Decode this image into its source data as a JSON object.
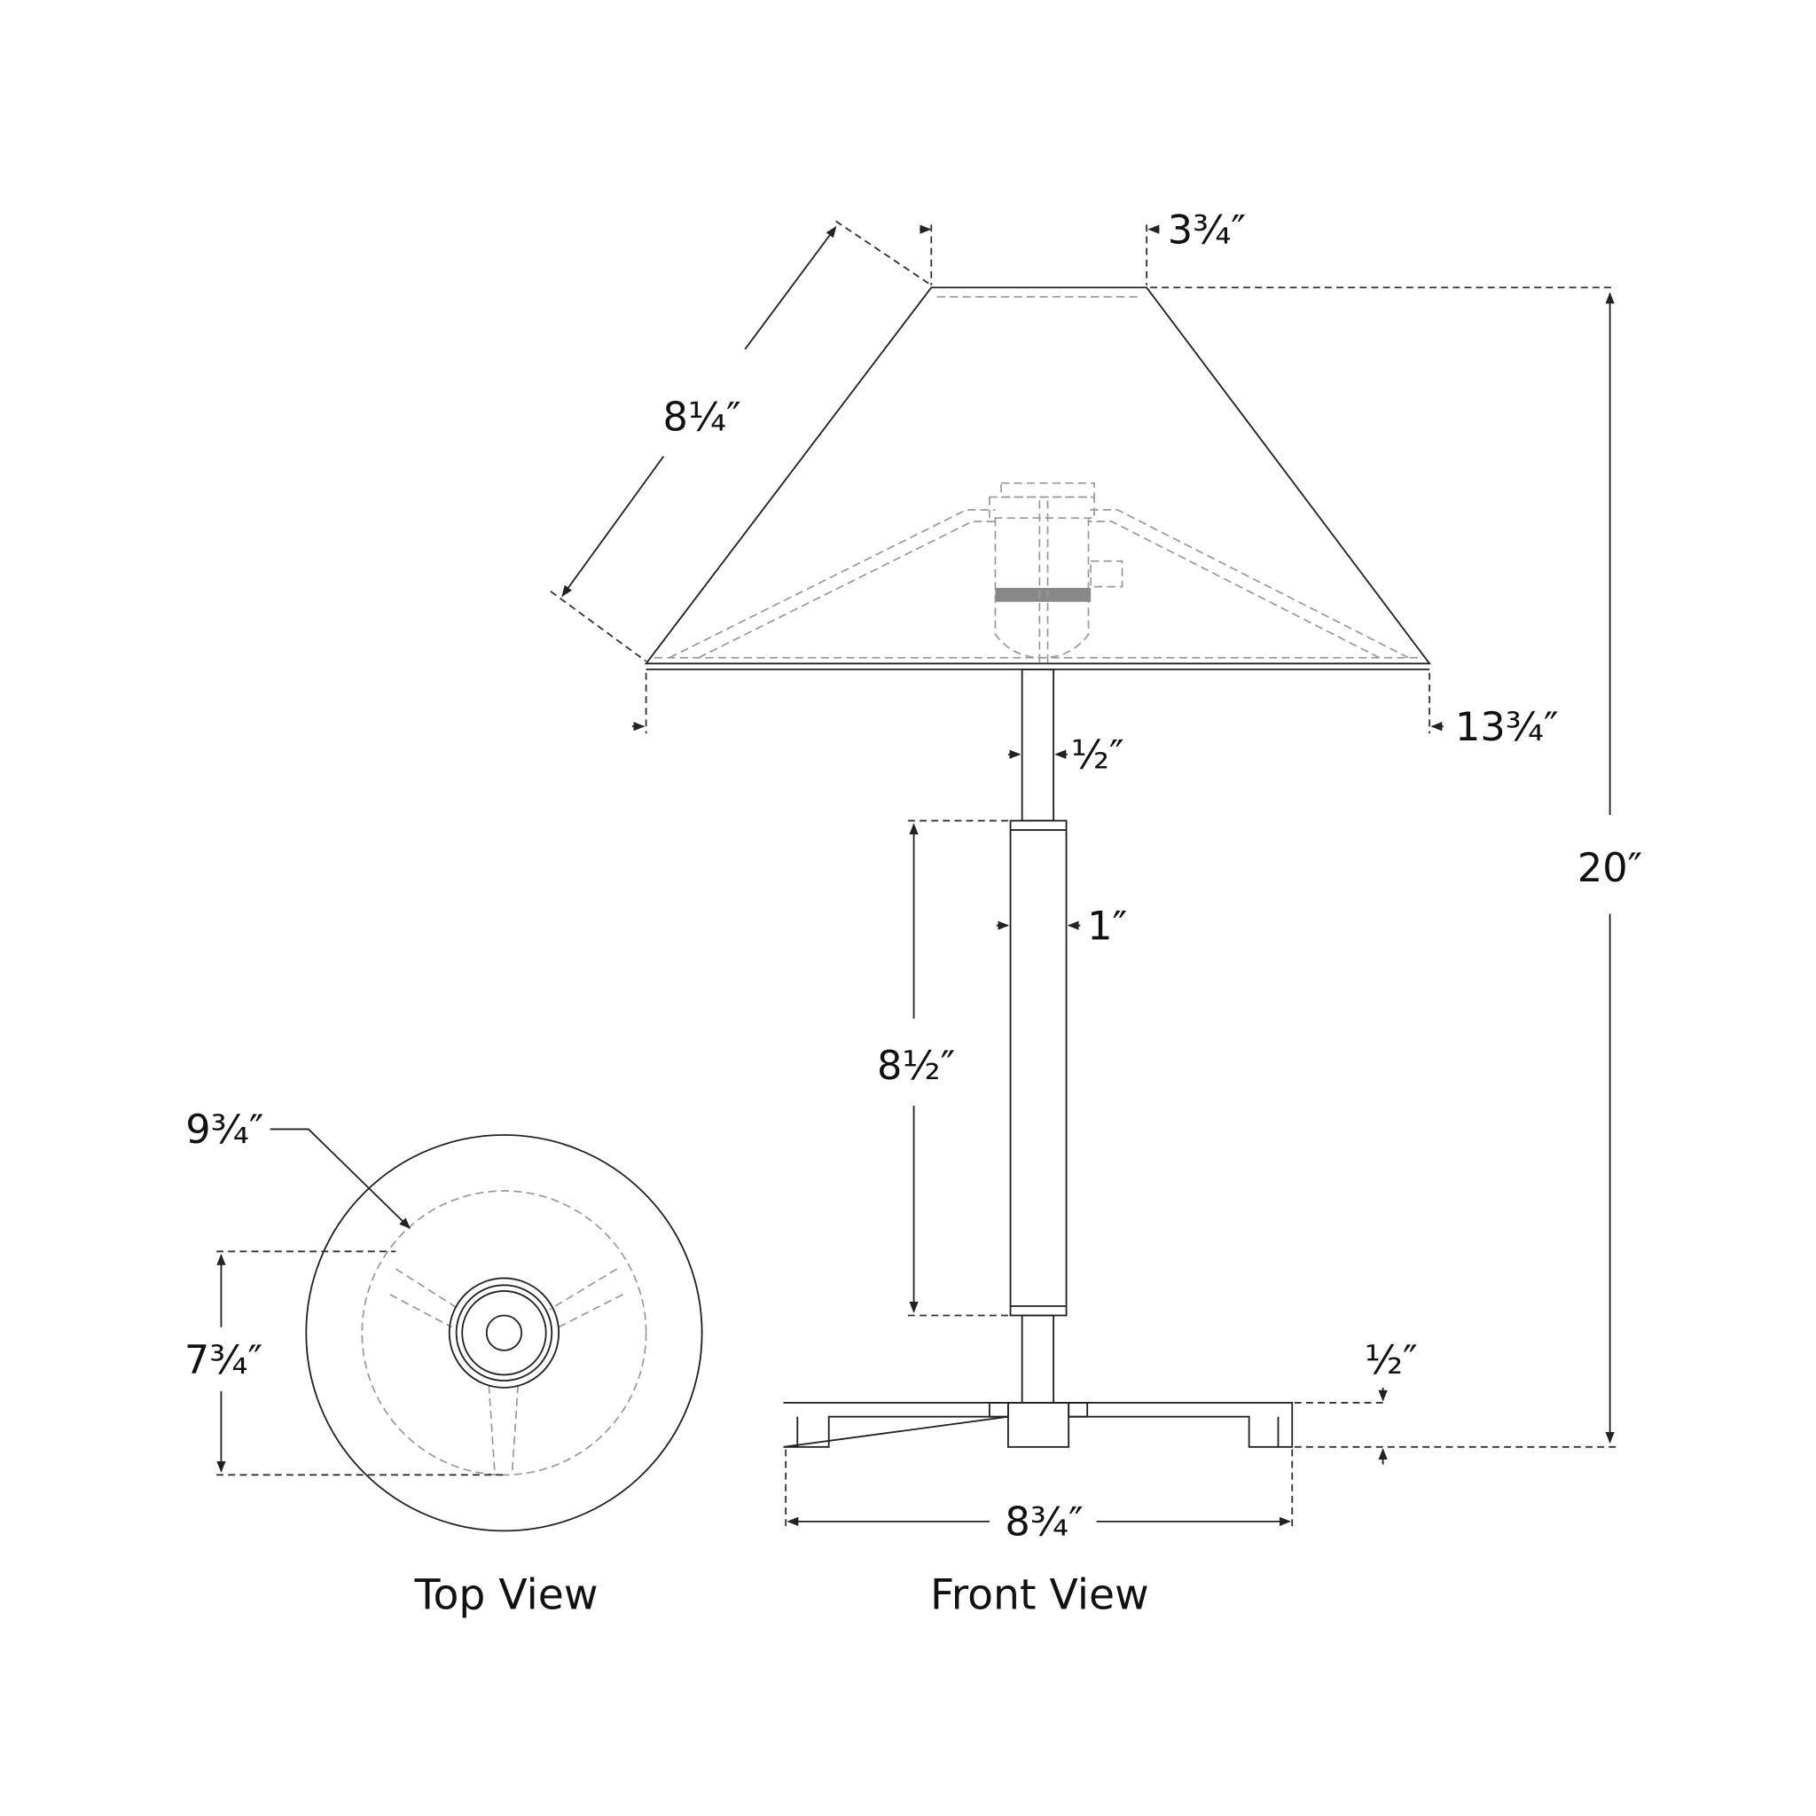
{
  "dimensions": {
    "shade_top_diameter": "3¾″",
    "shade_slant_height": "8¼″",
    "shade_bottom_diameter": "13¾″",
    "stem_width": "½″",
    "body_width": "1″",
    "body_height": "8½″",
    "overall_height": "20″",
    "base_height": "½″",
    "base_width": "8¾″",
    "top_view_outer_diameter": "9¾″",
    "top_view_inner_diameter": "7¾″"
  },
  "labels": {
    "top_view": "Top View",
    "front_view": "Front View"
  },
  "colors": {
    "line": "#222222",
    "hidden_line": "#999999"
  }
}
